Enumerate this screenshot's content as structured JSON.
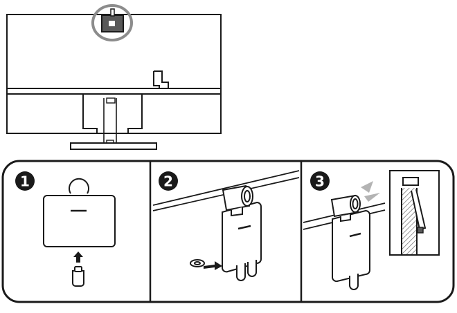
{
  "diagram": {
    "colors": {
      "line": "#1a1a1a",
      "highlight_ring": "#8c8c8c",
      "webcam_body": "#595959",
      "hatch": "#777777",
      "light_rays": "#b3b3b3",
      "background": "#ffffff"
    },
    "steps": [
      {
        "number": "1",
        "icon": "attach-webcam-to-mount-icon"
      },
      {
        "number": "2",
        "icon": "insert-cable-clip-icon"
      },
      {
        "number": "3",
        "icon": "mounted-webcam-side-view-icon"
      }
    ]
  }
}
